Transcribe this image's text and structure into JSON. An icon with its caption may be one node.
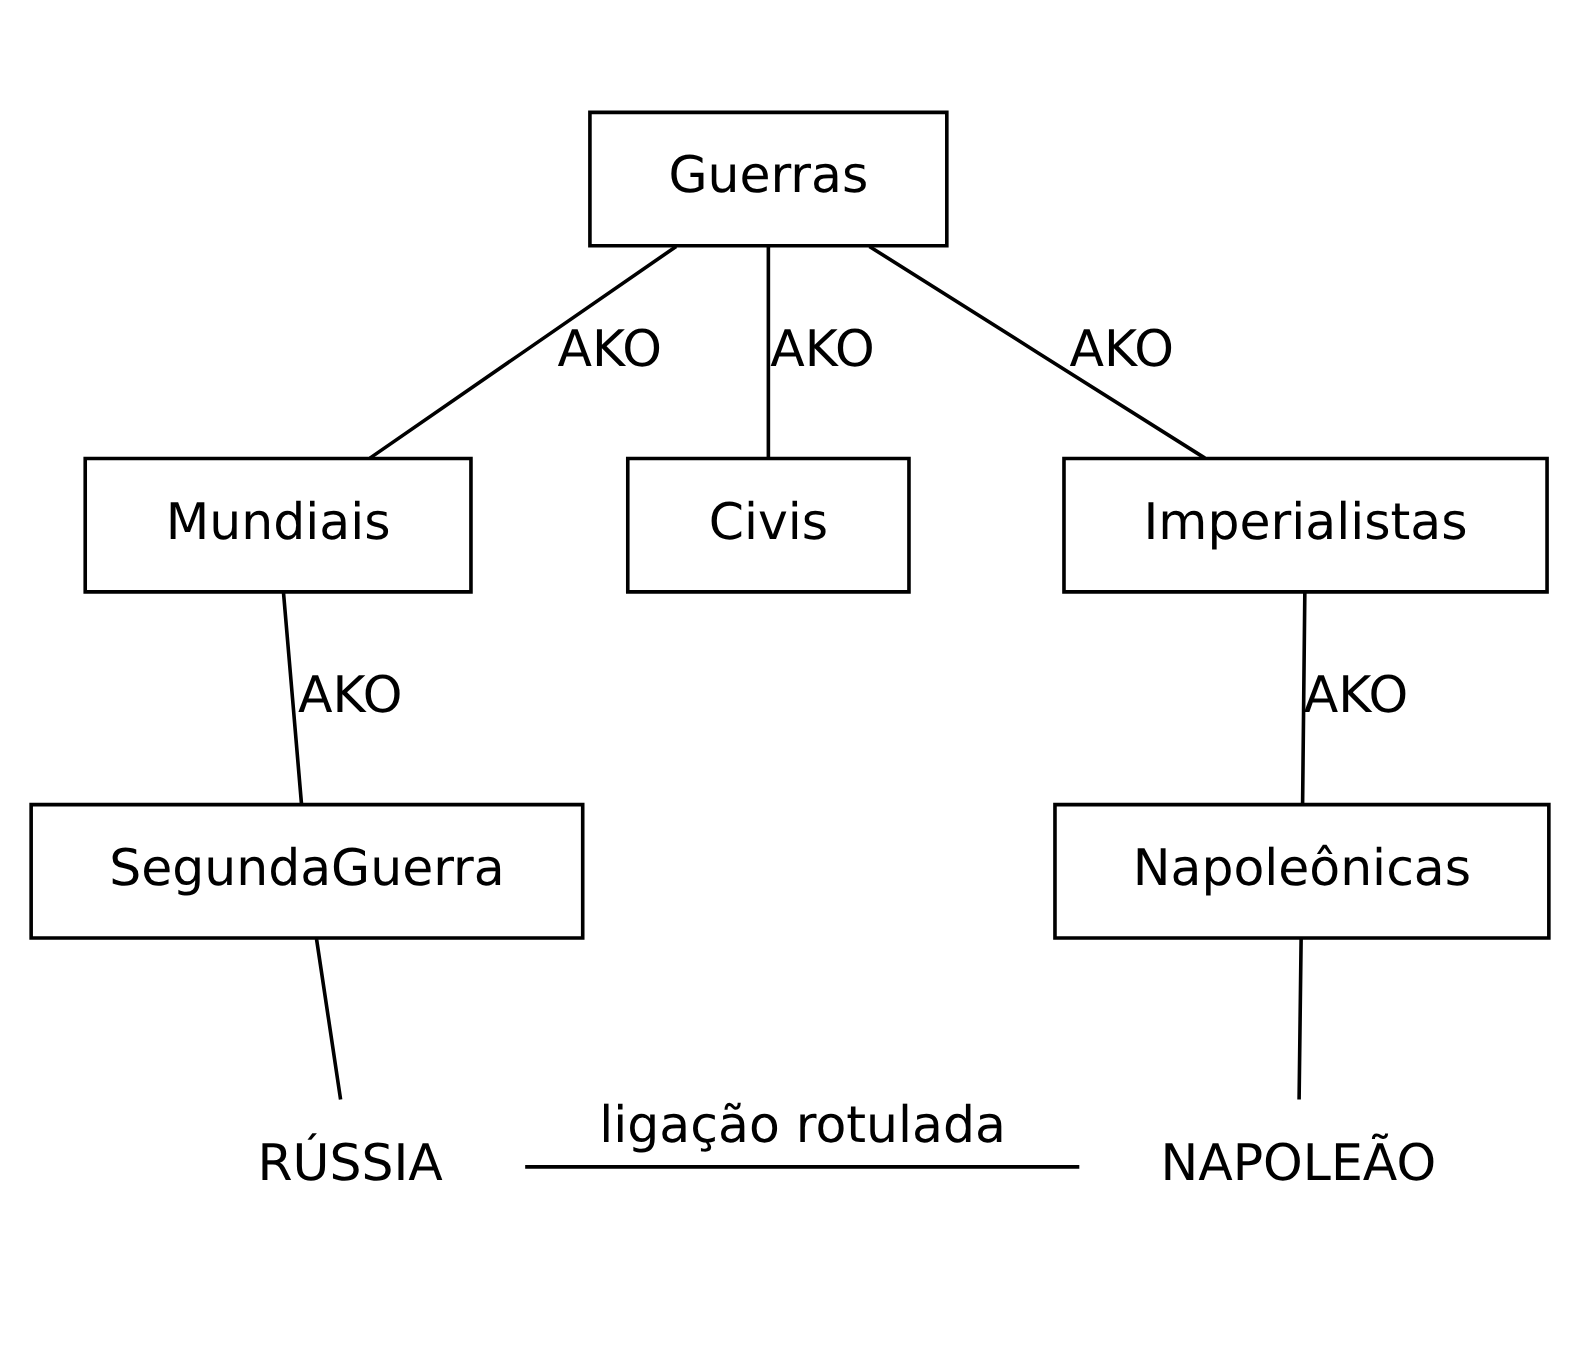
{
  "diagram": {
    "nodes": [
      {
        "text": [
          "Guerras"
        ]
      },
      {
        "text": [
          "Mundiais"
        ]
      },
      {
        "text": [
          "Civis"
        ]
      },
      {
        "text": [
          "Imperialistas"
        ]
      },
      {
        "text": [
          "SegundaGuerra"
        ]
      },
      {
        "text": [
          "Napoleônicas"
        ]
      },
      {
        "text": [
          "RÚSSIA"
        ]
      },
      {
        "text": [
          "NAPOLEÃO"
        ]
      }
    ],
    "edges": [
      {
        "from": 0,
        "to": 1,
        "arrow": "none",
        "label": "AKO"
      },
      {
        "from": 0,
        "to": 2,
        "arrow": "none",
        "label": "AKO"
      },
      {
        "from": 0,
        "to": 3,
        "arrow": "none",
        "label": "AKO"
      },
      {
        "from": 1,
        "to": 4,
        "arrow": "none",
        "label": "AKO"
      },
      {
        "from": 3,
        "to": 5,
        "arrow": "none",
        "label": "AKO"
      },
      {
        "from": 4,
        "to": 6,
        "arrow": "none"
      },
      {
        "from": 5,
        "to": 7,
        "arrow": "none"
      },
      {
        "from": 6,
        "to": 7,
        "arrow": "none",
        "label": "ligação rotulada"
      }
    ]
  }
}
